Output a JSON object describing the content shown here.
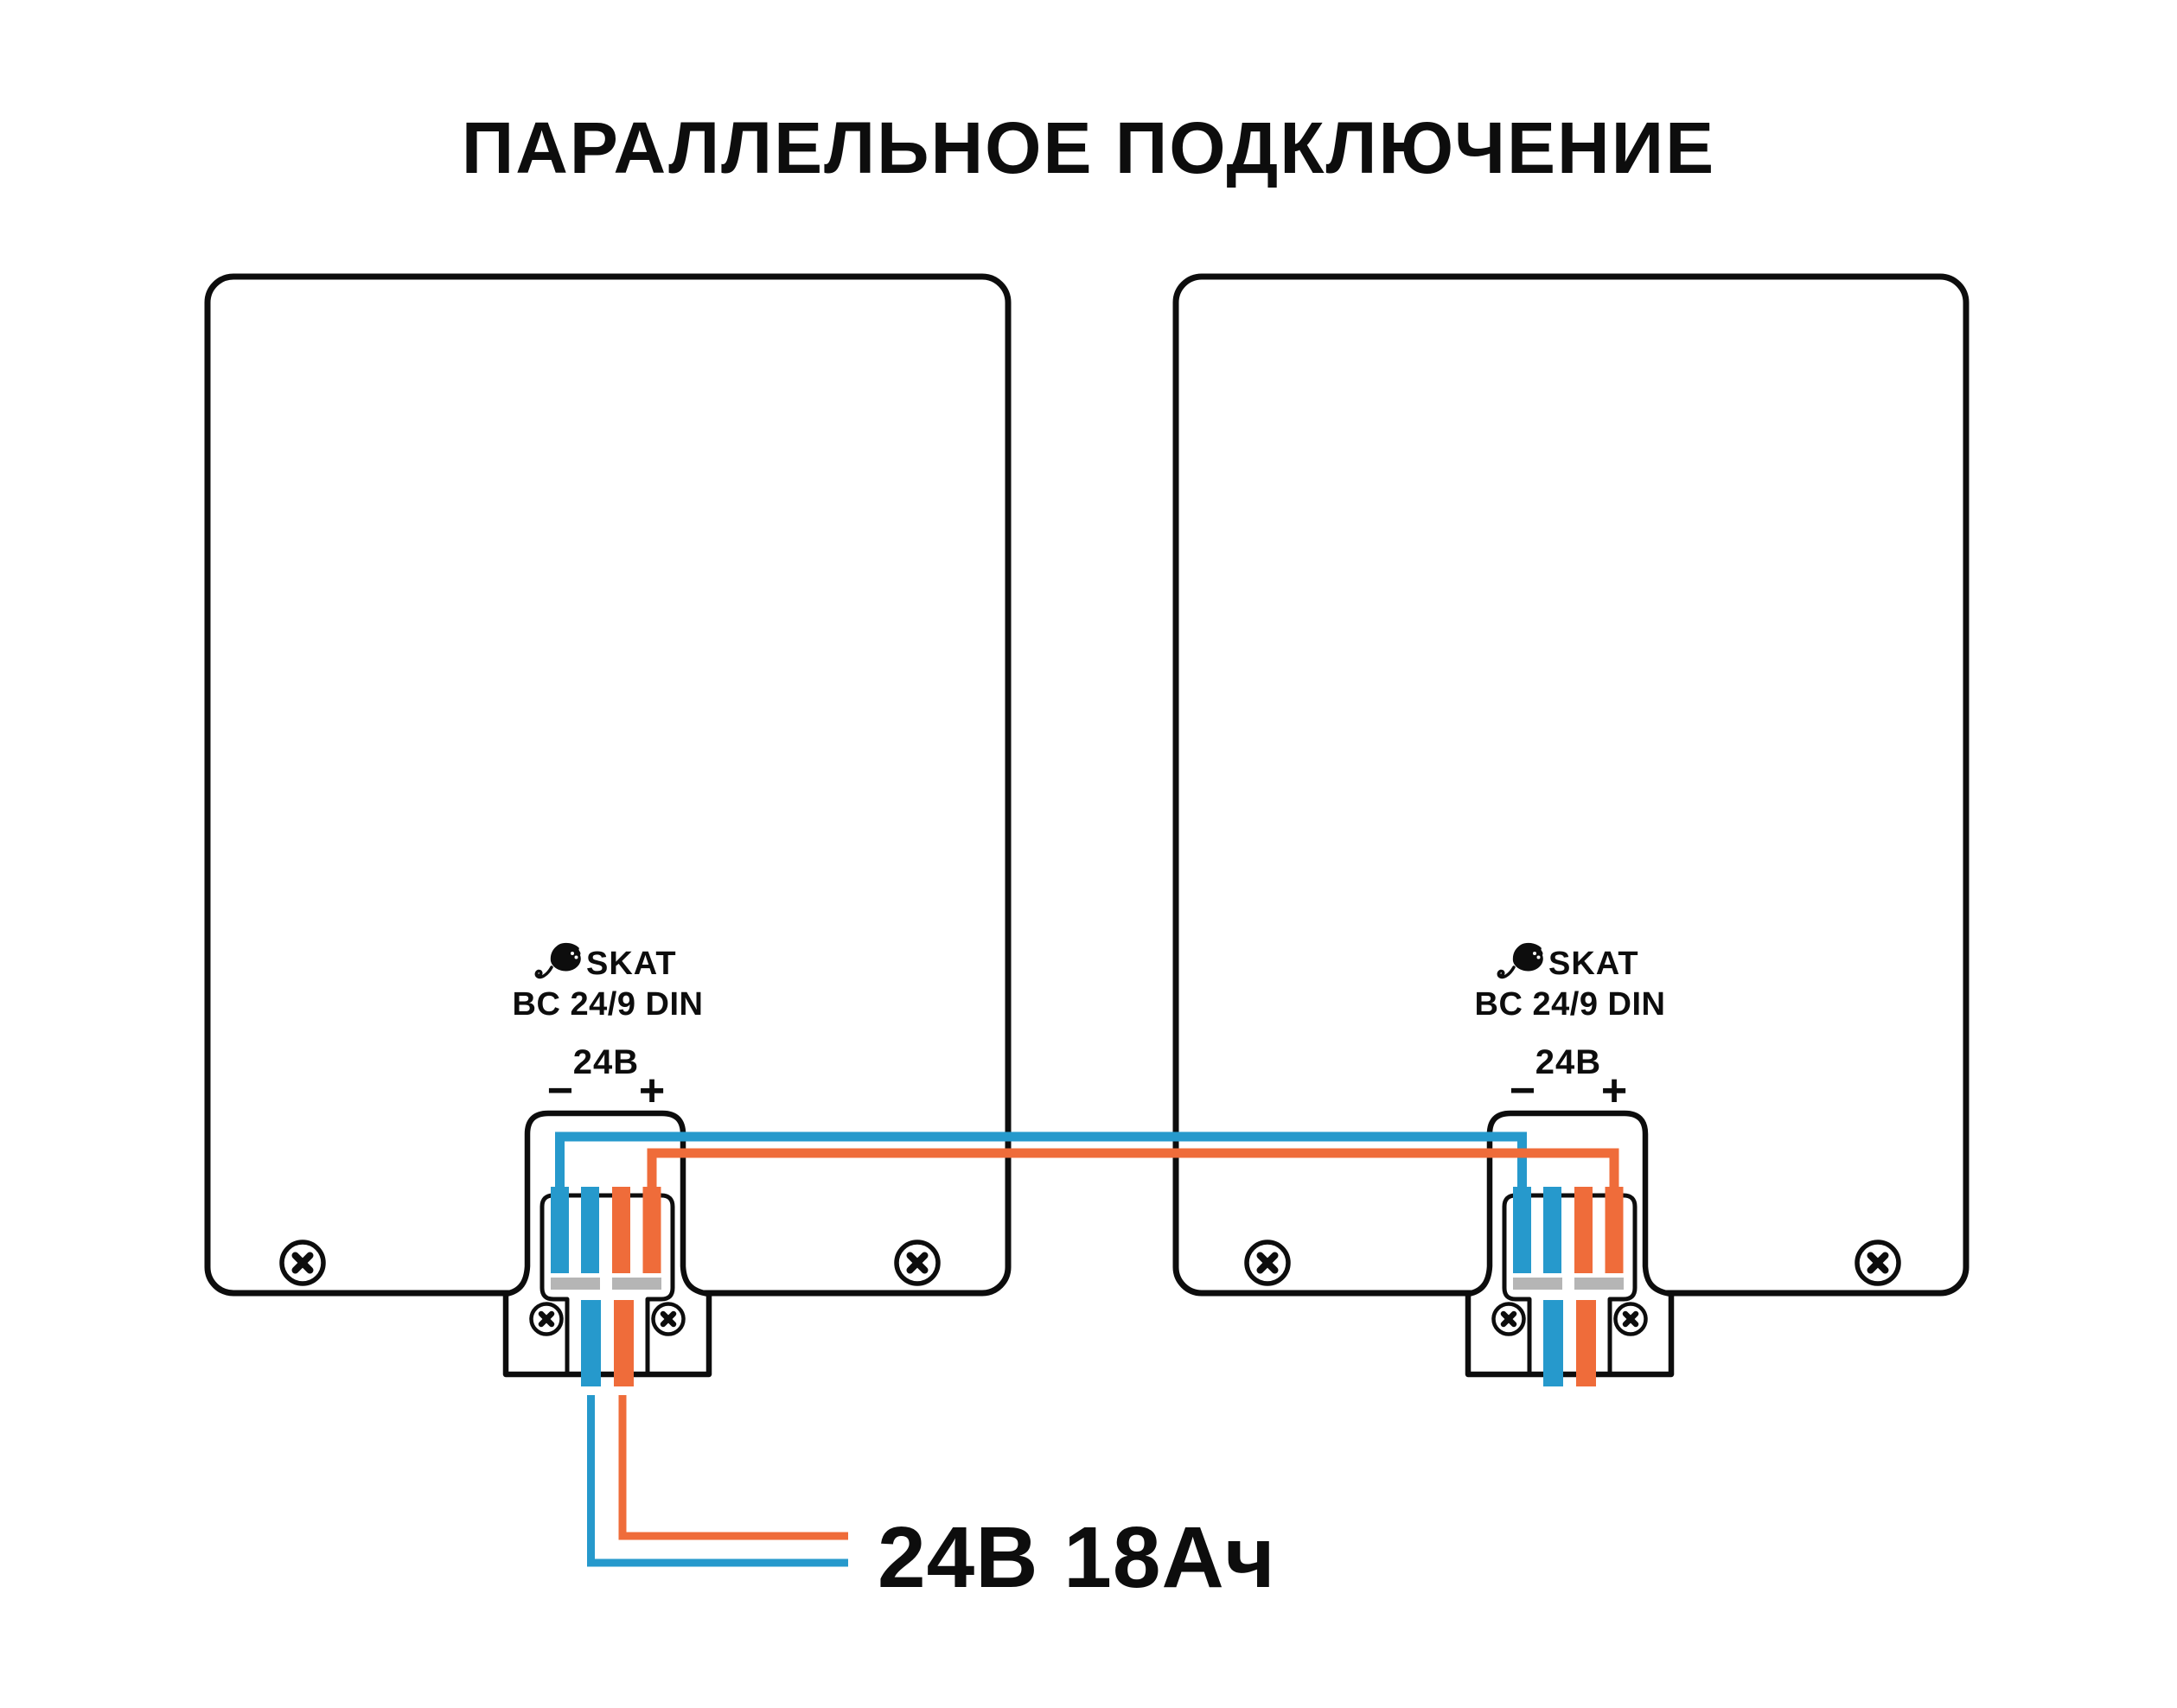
{
  "title": "ПАРАЛЛЕЛЬНОЕ ПОДКЛЮЧЕНИЕ",
  "devices": [
    {
      "brand": "SKAT",
      "model": "BC 24/9 DIN",
      "voltage": "24В",
      "negative": "−",
      "positive": "+"
    },
    {
      "brand": "SKAT",
      "model": "BC 24/9 DIN",
      "voltage": "24В",
      "negative": "−",
      "positive": "+"
    }
  ],
  "battery": {
    "label": "24В 18Ач"
  },
  "icons": {
    "brand_logo": "stingray-icon",
    "fastener": "screw-x-icon"
  },
  "colors": {
    "negative_wire": "#2699cc",
    "positive_wire": "#ef6c3a",
    "clamp": "#b5b5b5",
    "outline": "#0d0d0d",
    "background": "#ffffff",
    "text": "#0d0d0d"
  }
}
